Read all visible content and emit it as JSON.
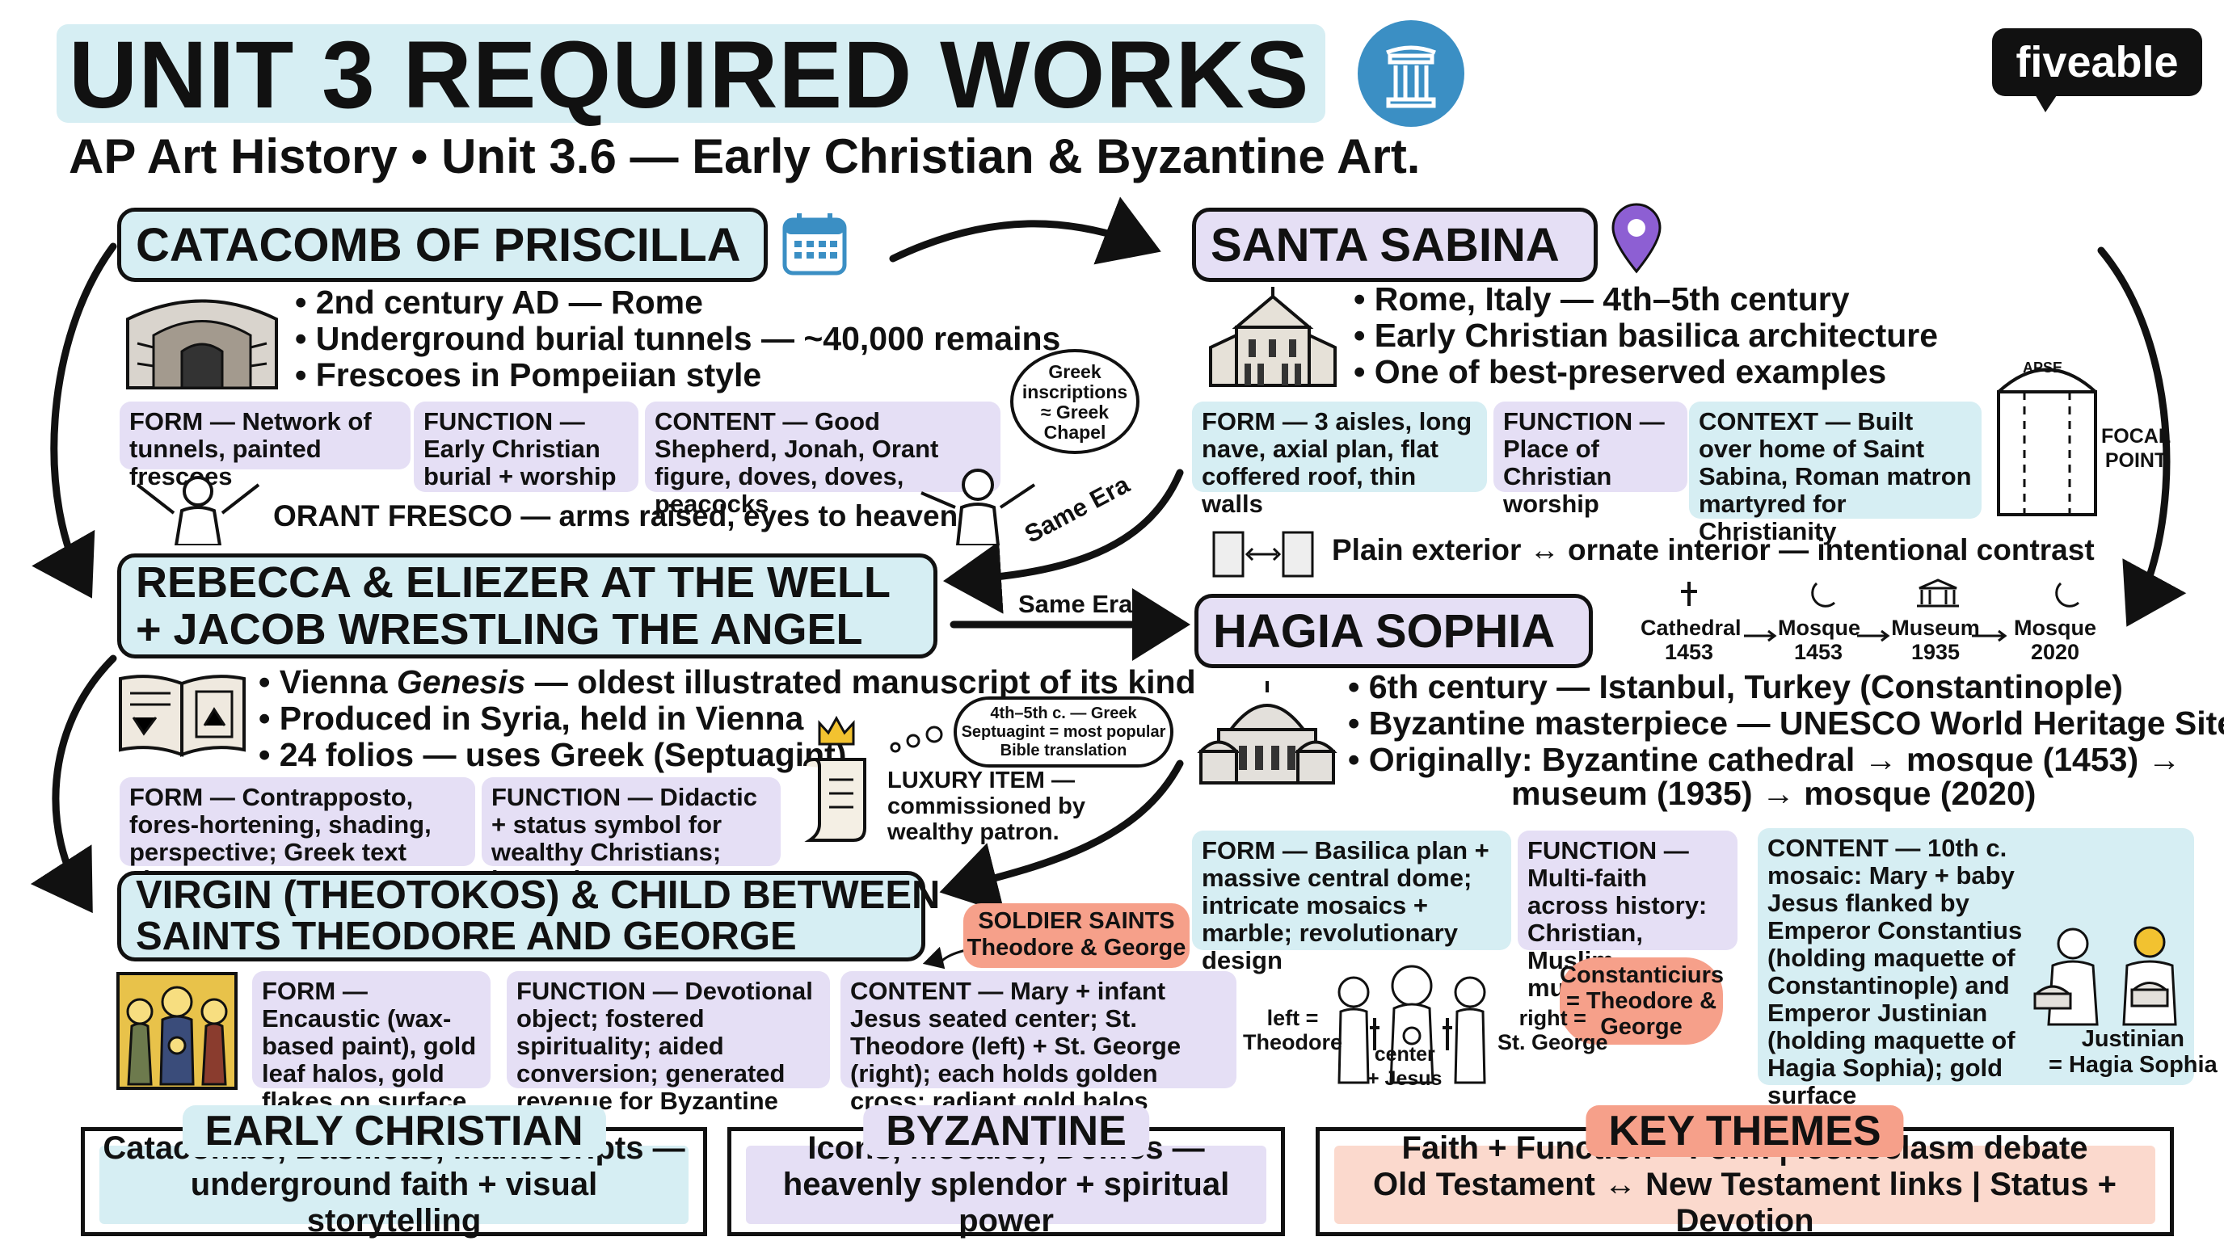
{
  "header": {
    "title": "UNIT 3 REQUIRED WORKS",
    "subtitle": "AP Art History • Unit 3.6 — Early Christian & Byzantine Art.",
    "logo": "fiveable",
    "icon": "column-icon"
  },
  "catacomb": {
    "title": "CATACOMB OF PRISCILLA",
    "bullets": [
      "2nd century AD — Rome",
      "Underground burial tunnels — ~40,000 remains",
      "Frescoes in Pompeiian style"
    ],
    "form": "FORM — Network of tunnels, painted frescoes",
    "function": "FUNCTION — Early Christian burial + worship",
    "content": "CONTENT — Good Shepherd, Jonah, Orant figure, doves, doves, peacocks",
    "bubble": [
      "Greek",
      "inscriptions",
      "≈ Greek",
      "Chapel"
    ],
    "orant": "ORANT FRESCO — arms raised, eyes to heavens"
  },
  "santa_sabina": {
    "title": "SANTA SABINA",
    "bullets": [
      "Rome, Italy — 4th–5th century",
      "Early Christian basilica architecture",
      "One of best-preserved examples"
    ],
    "form": "FORM — 3 aisles, long nave, axial plan, flat coffered roof, thin walls",
    "function": "FUNCTION — Place of Christian worship",
    "context": "CONTEXT — Built over home of Saint Sabina, Roman matron martyred for Christianity",
    "apse": "APSE",
    "focal": [
      "FOCAL",
      "POINT"
    ],
    "contrast": "Plain exterior ↔ ornate interior — intentional contrast"
  },
  "rebecca": {
    "title_line1": "REBECCA & ELIEZER AT THE WELL",
    "title_line2": "+ JACOB WRESTLING THE ANGEL",
    "bullet1_a": "Vienna ",
    "bullet1_b": "Genesis",
    "bullet1_c": " — oldest illustrated manuscript of its kind",
    "bullets": [
      "Produced in Syria, held in Vienna",
      "24 folios — uses Greek (Septuagint)"
    ],
    "form": "FORM — Contrapposto, fores-hortening, shading, perspective; Greek text above scenes",
    "function": "FUNCTION — Didactic + status symbol for wealthy Christians; luxury item",
    "thought": [
      "4th–5th c. — Greek",
      "Septuagint = most popular",
      "Bible translation"
    ],
    "luxury": [
      "LUXURY ITEM —",
      "commissioned by",
      "wealthy patron."
    ]
  },
  "arrows": {
    "same_era_1": "Same Era",
    "same_era_2": "Same Era"
  },
  "hagia": {
    "title": "HAGIA SOPHIA",
    "timeline": [
      {
        "label": "Cathedral",
        "year": "1453"
      },
      {
        "label": "Mosque",
        "year": "1453"
      },
      {
        "label": "Museum",
        "year": "1935"
      },
      {
        "label": "Mosque",
        "year": "2020"
      }
    ],
    "bullets": [
      "6th century — Istanbul, Turkey (Constantinople)",
      "Byzantine masterpiece — UNESCO World Heritage Site",
      "Originally: Byzantine cathedral → mosque (1453) →"
    ],
    "bullet_cont": "museum (1935) → mosque (2020)",
    "form": "FORM — Basilica plan + massive central dome; intricate mosaics + marble; revolutionary design",
    "function": "FUNCTION — Multi-faith across history: Christian, Muslim, museum",
    "content": "CONTENT — 10th c. mosaic: Mary + baby Jesus flanked by Emperor Constantius (holding maquette of Constantinople) and Emperor Justinian (holding maquette of Hagia Sophia); gold surface",
    "justinian": [
      "Justinian",
      "= Hagia Sophia"
    ],
    "constanticius": [
      "Constanticiurs",
      "= Theodore &",
      "George"
    ]
  },
  "virgin": {
    "title_line1": "VIRGIN (THEOTOKOS) & CHILD BETWEEN",
    "title_line2": "SAINTS THEODORE AND GEORGE",
    "soldier": [
      "SOLDIER SAINTS",
      "Theodore & George"
    ],
    "form": "FORM — Encaustic (wax-based paint), gold leaf halos, gold flakes on surface",
    "function": "FUNCTION — Devotional object; fostered spirituality; aided conversion; generated revenue for Byzantine Empire",
    "content": "CONTENT — Mary + infant Jesus seated center; St. Theodore (left) + St. George (right); each holds golden cross; radiant gold halos",
    "left_label": [
      "left =",
      "Theodore"
    ],
    "center_label": [
      "center",
      "+ Jesus"
    ],
    "right_label": [
      "right =",
      "St. George"
    ]
  },
  "footer": {
    "early": {
      "tag": "EARLY CHRISTIAN",
      "line1": "Catacombs, Basilicas, Manuscripts —",
      "line2": "underground faith + visual storytelling"
    },
    "byzantine": {
      "tag": "BYZANTINE",
      "line1": "Icons, Mosaics, Domes —",
      "line2": "heavenly splendor + spiritual power"
    },
    "themes": {
      "tag": "KEY THEMES",
      "line1": "Faith + Function + Form | Iconoclasm debate",
      "line2": "Old Testament ↔ New Testament links | Status + Devotion"
    }
  },
  "colors": {
    "blue": "#d6eef3",
    "lavender": "#e5dff5",
    "salmon": "#f6a08a",
    "ink": "#111111",
    "accent_blue": "#3b8fc4",
    "pin": "#8d5fd3"
  }
}
